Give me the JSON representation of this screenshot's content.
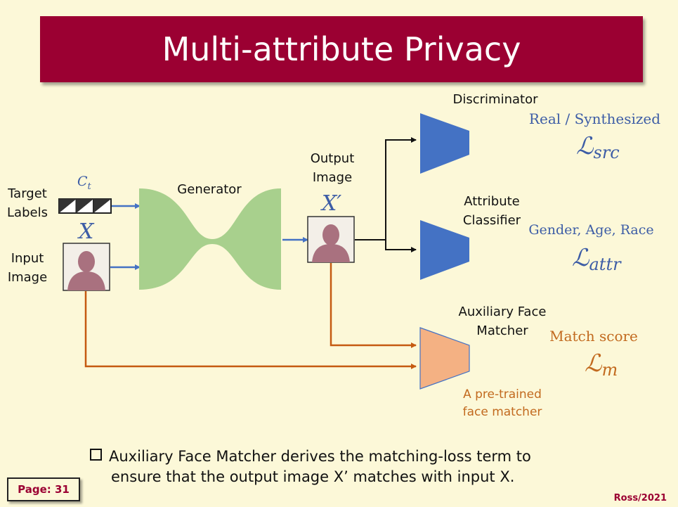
{
  "title": "Multi-attribute Privacy",
  "labels": {
    "target_labels_line1": "Target",
    "target_labels_line2": "Labels",
    "input_image_line1": "Input",
    "input_image_line2": "Image",
    "generator": "Generator",
    "output_image_line1": "Output",
    "output_image_line2": "Image",
    "discriminator": "Discriminator",
    "attribute_classifier_line1": "Attribute",
    "attribute_classifier_line2": "Classifier",
    "aux_matcher_line1": "Auxiliary Face",
    "aux_matcher_line2": "Matcher",
    "pretrained_line1": "A pre-trained",
    "pretrained_line2": "face matcher"
  },
  "variables": {
    "ct_base": "C",
    "ct_sub": "t",
    "x": "X",
    "x_prime": "X′"
  },
  "losses": {
    "src_caption": "Real / Synthesized",
    "src_base": "ℒ",
    "src_sub": "src",
    "attr_caption": "Gender, Age, Race",
    "attr_base": "ℒ",
    "attr_sub": "attr",
    "m_caption": "Match score",
    "m_base": "ℒ",
    "m_sub": "m"
  },
  "bullet": {
    "line1": "Auxiliary Face Matcher derives the matching-loss term to",
    "line2": "ensure that the output image X’ matches with input X."
  },
  "footer": {
    "page": "Page: 31",
    "credit": "Ross/2021"
  },
  "colors": {
    "title_bg": "#9b0032",
    "background": "#fcf8d8",
    "generator": "#a8d08d",
    "network_blue": "#4472c4",
    "matcher_orange": "#f4b183",
    "orange_arrow": "#c55a11",
    "blue_arrow": "#4472c4",
    "text_blue": "#3d5da6",
    "text_orange": "#c26a1f"
  },
  "icons": [
    "face-silhouette-icon",
    "target-label-cells-icon",
    "checkbox-bullet-icon"
  ]
}
